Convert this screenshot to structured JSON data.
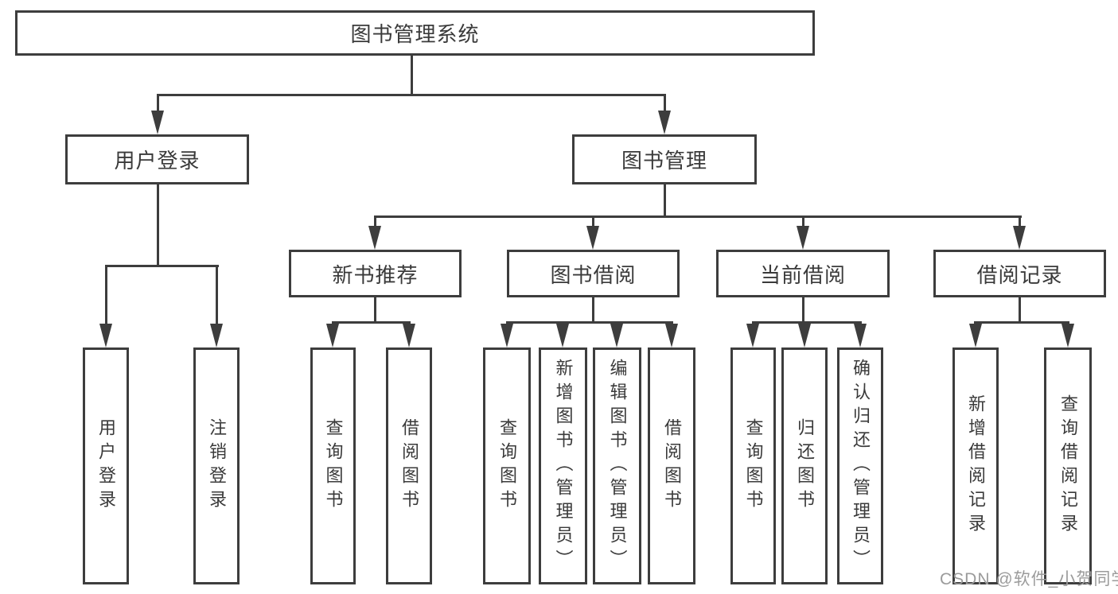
{
  "page": {
    "background": "#ffffff",
    "watermark": {
      "text": "CSDN @软件_小贺同学",
      "color": "#9b9b9b"
    }
  },
  "diagram": {
    "type": "hierarchy-tree",
    "line_color": "#3d3d3d",
    "text_color": "#3a3a3a",
    "box_background": "#ffffff",
    "root": {
      "label": "图书管理系统"
    },
    "branches": [
      {
        "label": "用户登录",
        "children": [
          {
            "label": "用户登录"
          },
          {
            "label": "注销登录"
          }
        ]
      },
      {
        "label": "图书管理",
        "children": [
          {
            "label": "新书推荐",
            "children": [
              {
                "label": "查询图书"
              },
              {
                "label": "借阅图书"
              }
            ]
          },
          {
            "label": "图书借阅",
            "children": [
              {
                "label": "查询图书"
              },
              {
                "label": "新增图书（管理员）"
              },
              {
                "label": "编辑图书（管理员）"
              },
              {
                "label": "借阅图书"
              }
            ]
          },
          {
            "label": "当前借阅",
            "children": [
              {
                "label": "查询图书"
              },
              {
                "label": "归还图书"
              },
              {
                "label": "确认归还（管理员）"
              }
            ]
          },
          {
            "label": "借阅记录",
            "children": [
              {
                "label": "新增借阅记录"
              },
              {
                "label": "查询借阅记录"
              }
            ]
          }
        ]
      }
    ]
  }
}
